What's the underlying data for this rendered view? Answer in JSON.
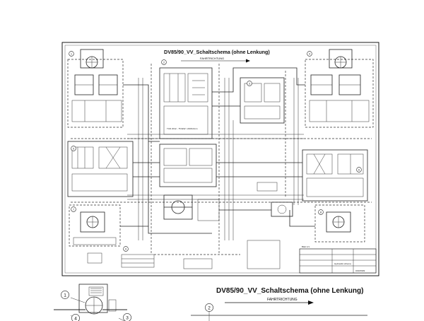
{
  "sheet": {
    "title": "DV85/90_VV_Schaltschema (ohne Lenkung)",
    "direction_label": "FAHRTRICHTUNG",
    "spec_note": "TCD 2012 - 75.9kW / 2400U/min",
    "balloons": [
      "1",
      "2",
      "3",
      "4",
      "5",
      "6",
      "7",
      "8",
      "9"
    ],
    "titleblock": {
      "company": "Hydraulik schema",
      "drawing_no": "01915909",
      "sheet": "Blatt 1/1"
    }
  },
  "zoom": {
    "title": "DV85/90_VV_Schaltschema (ohne Lenkung)",
    "direction_label": "FAHRTRICHTUNG",
    "balloons": [
      "1",
      "2",
      "3",
      "4"
    ]
  },
  "colors": {
    "line": "#222222",
    "paper": "#ffffff",
    "frame": "#000000"
  }
}
